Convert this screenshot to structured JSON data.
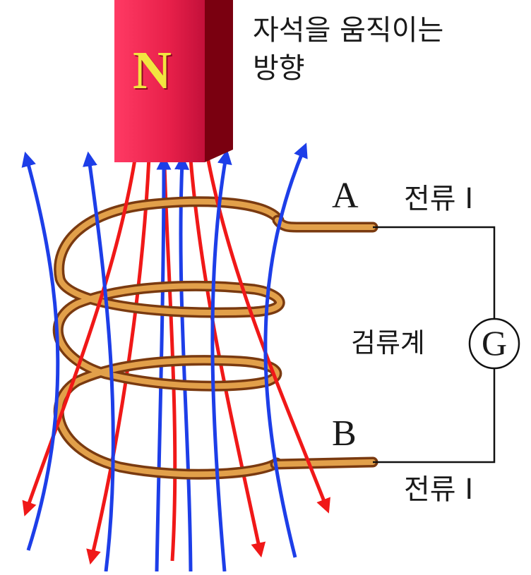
{
  "magnet": {
    "pole_label": "N",
    "pole_label_color": "#f2e640",
    "face_color": "#e8204a",
    "side_color": "#7a0010"
  },
  "motion_caption": {
    "line1": "자석을 움직이는",
    "line2": "방향"
  },
  "terminals": {
    "a": "A",
    "b": "B"
  },
  "current_labels": {
    "top": "전류 I",
    "bottom": "전류 I"
  },
  "galvanometer": {
    "symbol": "G",
    "caption": "검류계"
  },
  "colors": {
    "field_red": "#f01818",
    "field_blue": "#1d3ee8",
    "coil_outer": "#7a3a10",
    "coil_inner": "#e2a04a",
    "wire": "#111111"
  }
}
